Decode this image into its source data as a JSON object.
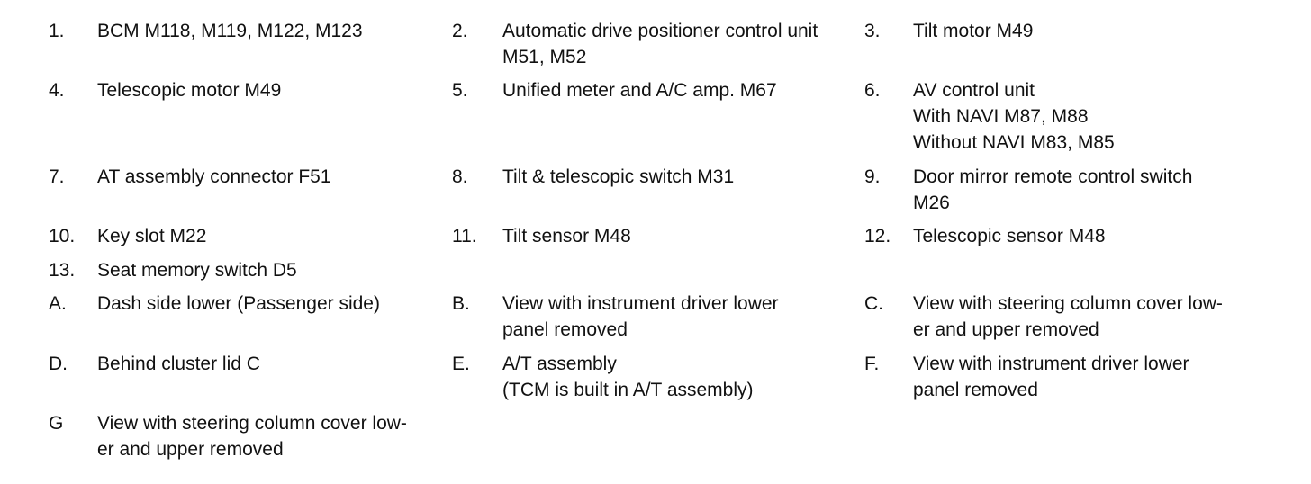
{
  "legend": {
    "item1": {
      "num": "1.",
      "text": "BCM M118, M119, M122, M123"
    },
    "item2": {
      "num": "2.",
      "text": "Automatic drive positioner control unit\nM51, M52"
    },
    "item3": {
      "num": "3.",
      "text": "Tilt motor M49"
    },
    "item4": {
      "num": "4.",
      "text": "Telescopic motor M49"
    },
    "item5": {
      "num": "5.",
      "text": "Unified meter and A/C amp. M67"
    },
    "item6": {
      "num": "6.",
      "text": "AV control unit\nWith NAVI M87, M88\nWithout NAVI M83, M85"
    },
    "item7": {
      "num": "7.",
      "text": "AT assembly connector F51"
    },
    "item8": {
      "num": "8.",
      "text": "Tilt & telescopic switch M31"
    },
    "item9": {
      "num": "9.",
      "text": "Door mirror remote control switch\nM26"
    },
    "item10": {
      "num": "10.",
      "text": "Key slot M22"
    },
    "item11": {
      "num": "11.",
      "text": "Tilt sensor M48"
    },
    "item12": {
      "num": "12.",
      "text": "Telescopic sensor M48"
    },
    "item13": {
      "num": "13.",
      "text": "Seat memory switch D5"
    },
    "itemA": {
      "num": "A.",
      "text": "Dash side lower (Passenger side)"
    },
    "itemB": {
      "num": "B.",
      "text": "View with instrument driver lower\npanel removed"
    },
    "itemC": {
      "num": "C.",
      "text": "View with steering column cover low-\ner and upper removed"
    },
    "itemD": {
      "num": "D.",
      "text": "Behind cluster lid C"
    },
    "itemE": {
      "num": "E.",
      "text": "A/T assembly\n(TCM is built in A/T assembly)"
    },
    "itemF": {
      "num": "F.",
      "text": "View with instrument driver lower\npanel removed"
    },
    "itemG": {
      "num": "G",
      "text": "View with steering column cover low-\ner and upper removed"
    }
  }
}
